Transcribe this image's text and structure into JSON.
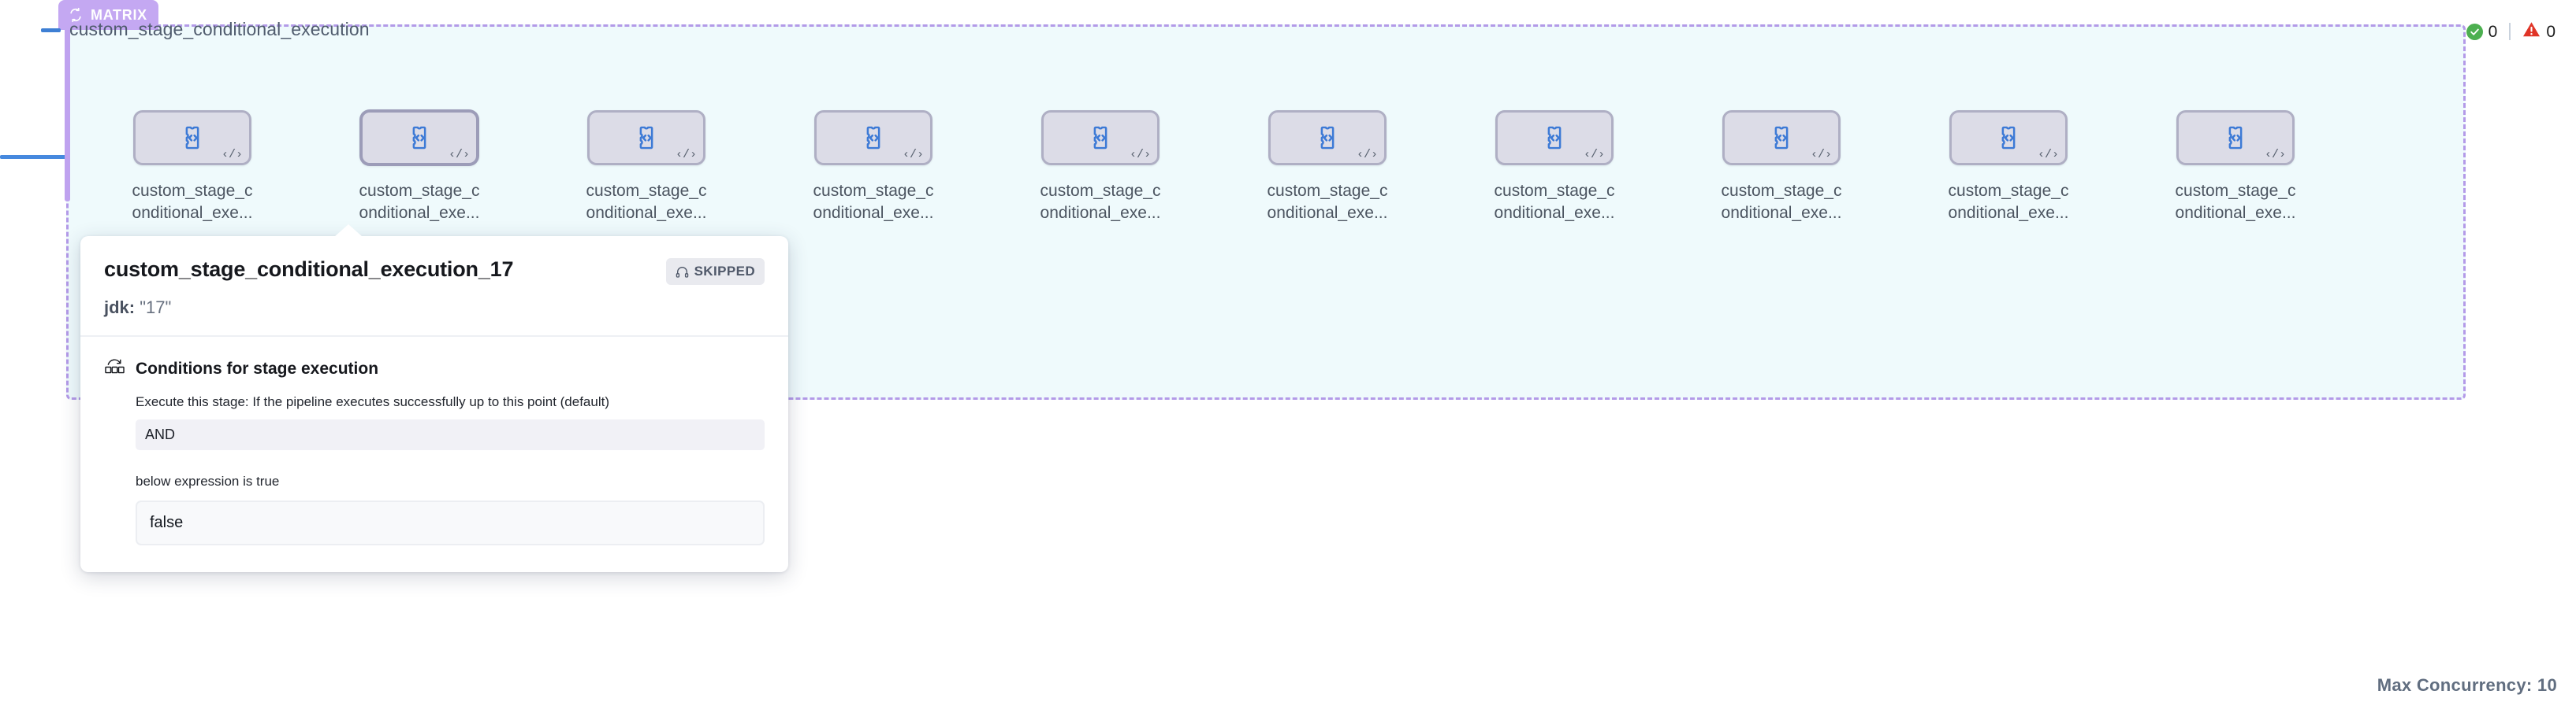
{
  "matrix": {
    "chip_label": "MATRIX",
    "chip_icon": "loop-icon",
    "chip_color": "#c4a8f2",
    "border_color": "#b39ae8",
    "title": "custom_stage_conditional_execution",
    "collapse_icon": "minus-icon",
    "max_concurrency": "Max Concurrency: 10",
    "status": {
      "success_icon": "check-circle-icon",
      "success_color": "#4caf50",
      "success_count": "0",
      "warning_icon": "warning-triangle-icon",
      "warning_color": "#e03427",
      "warning_count": "0"
    },
    "nodes": [
      {
        "label_line1": "custom_stage_c",
        "label_line2": "onditional_exe...",
        "icon": "custom-stage-code-icon",
        "corner_icon": "code-brackets-icon",
        "selected": false
      },
      {
        "label_line1": "custom_stage_c",
        "label_line2": "onditional_exe...",
        "icon": "custom-stage-code-icon",
        "corner_icon": "code-brackets-icon",
        "selected": true
      },
      {
        "label_line1": "custom_stage_c",
        "label_line2": "onditional_exe...",
        "icon": "custom-stage-code-icon",
        "corner_icon": "code-brackets-icon",
        "selected": false
      },
      {
        "label_line1": "custom_stage_c",
        "label_line2": "onditional_exe...",
        "icon": "custom-stage-code-icon",
        "corner_icon": "code-brackets-icon",
        "selected": false
      },
      {
        "label_line1": "custom_stage_c",
        "label_line2": "onditional_exe...",
        "icon": "custom-stage-code-icon",
        "corner_icon": "code-brackets-icon",
        "selected": false
      },
      {
        "label_line1": "custom_stage_c",
        "label_line2": "onditional_exe...",
        "icon": "custom-stage-code-icon",
        "corner_icon": "code-brackets-icon",
        "selected": false
      },
      {
        "label_line1": "custom_stage_c",
        "label_line2": "onditional_exe...",
        "icon": "custom-stage-code-icon",
        "corner_icon": "code-brackets-icon",
        "selected": false
      },
      {
        "label_line1": "custom_stage_c",
        "label_line2": "onditional_exe...",
        "icon": "custom-stage-code-icon",
        "corner_icon": "code-brackets-icon",
        "selected": false
      },
      {
        "label_line1": "custom_stage_c",
        "label_line2": "onditional_exe...",
        "icon": "custom-stage-code-icon",
        "corner_icon": "code-brackets-icon",
        "selected": false
      },
      {
        "label_line1": "custom_stage_c",
        "label_line2": "onditional_exe...",
        "icon": "custom-stage-code-icon",
        "corner_icon": "code-brackets-icon",
        "selected": false
      }
    ]
  },
  "popover": {
    "title": "custom_stage_conditional_execution_17",
    "badge_label": "SKIPPED",
    "badge_icon": "skipped-icon",
    "matrix_key": "jdk:",
    "matrix_value": "\"17\"",
    "conditions": {
      "icon": "conditional-execution-icon",
      "heading": "Conditions for stage execution",
      "description": "Execute this stage: If the pipeline executes successfully up to this point (default)",
      "operator": "AND",
      "expression_label": "below expression is true",
      "expression_value": "false"
    }
  }
}
